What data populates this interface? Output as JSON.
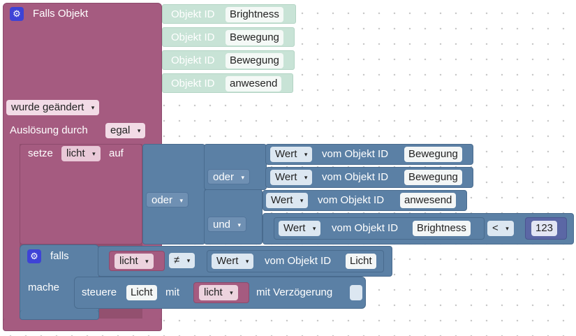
{
  "trigger": {
    "title": "Falls Objekt",
    "object_label": "Objekt ID",
    "objects": [
      "Brightness",
      "Bewegung",
      "Bewegung",
      "anwesend"
    ],
    "changed_dd": "wurde geändert",
    "trigger_by_label": "Auslösung durch",
    "trigger_by_dd": "egal"
  },
  "set_block": {
    "label_set": "setze",
    "var_dd": "licht",
    "label_to": "auf",
    "or_outer": "oder",
    "or_inner": "oder",
    "and_label": "und",
    "value_dd": "Wert",
    "value_of_label": "vom Objekt ID",
    "rows": [
      "Bewegung",
      "Bewegung",
      "anwesend",
      "Brightness"
    ],
    "compare_op": "<",
    "compare_num": "123"
  },
  "if_block": {
    "label_if": "falls",
    "label_do": "mache",
    "var_dd": "licht",
    "op_dd": "≠",
    "value_dd": "Wert",
    "value_of_label": "vom Objekt ID",
    "object": "Licht",
    "control_label": "steuere",
    "control_object": "Licht",
    "label_with": "mit",
    "with_var": "licht",
    "delay_label": "mit Verzögerung"
  },
  "colors": {
    "event": "#a55b80",
    "object": "#c8e3d6",
    "control": "#5b80a5",
    "math": "#5b67a5",
    "gear": "#3e43d6"
  },
  "icons": {
    "gear": "gear-icon",
    "dropdown": "chevron-down-icon"
  },
  "glyphs": {
    "gear": "⚙",
    "arrow": "▾"
  }
}
